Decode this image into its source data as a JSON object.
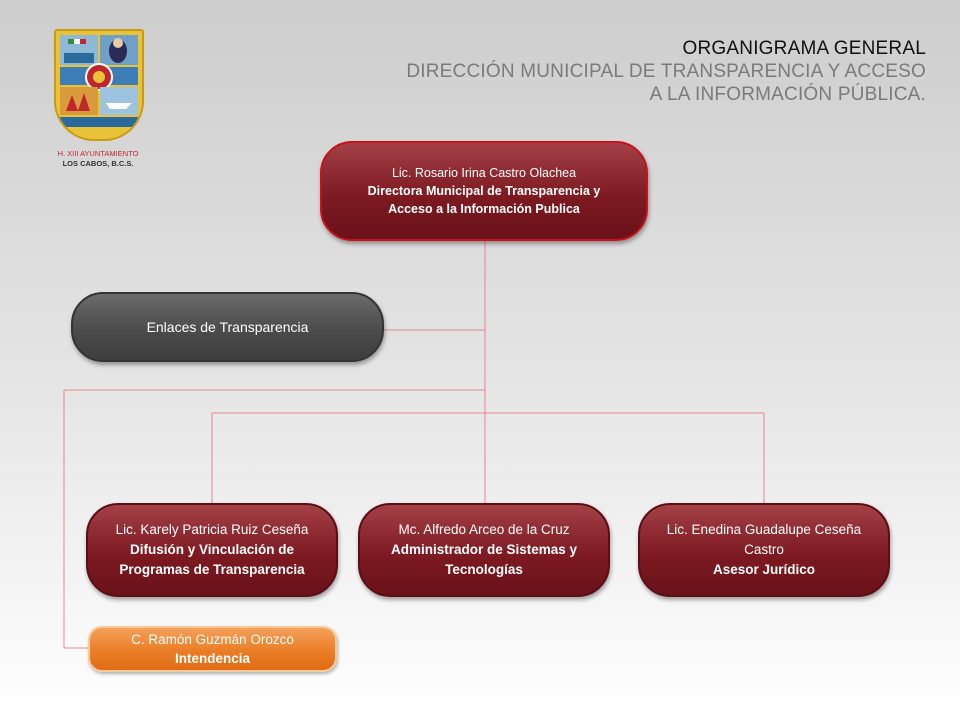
{
  "header": {
    "title": "ORGANIGRAMA GENERAL",
    "subtitle_line1": "DIRECCIÓN MUNICIPAL DE TRANSPARENCIA Y ACCESO",
    "subtitle_line2": "A LA INFORMACIÓN PÚBLICA."
  },
  "logo": {
    "caption_line1": "H. XIII AYUNTAMIENTO",
    "caption_line2": "LOS CABOS, B.C.S."
  },
  "nodes": {
    "director": {
      "name": "Lic. Rosario Irina Castro Olachea",
      "role_line1": "Directora Municipal de Transparencia y",
      "role_line2": "Acceso a la Información Publica"
    },
    "enlaces": {
      "label": "Enlaces de Transparencia"
    },
    "difusion": {
      "name": "Lic. Karely Patricia Ruiz Ceseña",
      "role_line1": "Difusión y Vinculación de",
      "role_line2": "Programas de Transparencia"
    },
    "sistemas": {
      "name": "Mc. Alfredo Arceo de la Cruz",
      "role_line1": "Administrador de Sistemas y",
      "role_line2": "Tecnologías"
    },
    "juridico": {
      "name_line1": "Lic. Enedina Guadalupe Ceseña",
      "name_line2": "Castro",
      "role": "Asesor Jurídico"
    },
    "intendencia": {
      "name": "C. Ramón Guzmán Orozco",
      "role": "Intendencia"
    }
  },
  "colors": {
    "node_red": "#7d1a22",
    "director_border": "#c8111b",
    "node_gray": "#4b4b4b",
    "node_orange": "#ea7e26",
    "connector": "#e8868c"
  }
}
